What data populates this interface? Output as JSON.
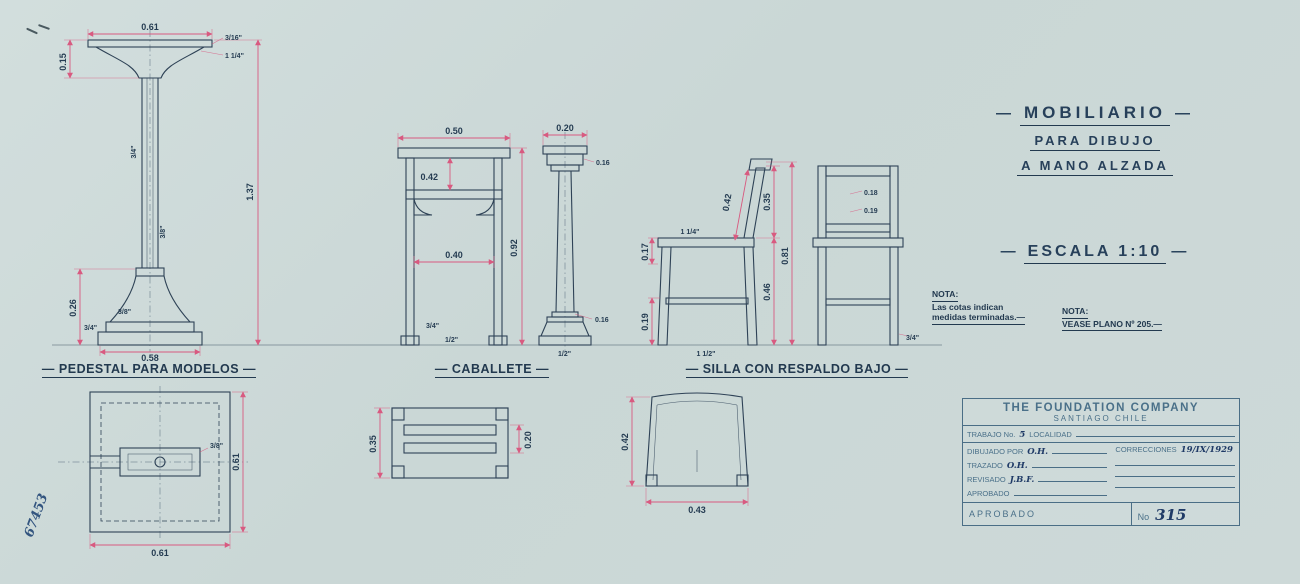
{
  "ui": {
    "dash": "—"
  },
  "title": {
    "line1": "MOBILIARIO",
    "line2": "PARA DIBUJO",
    "line3": "A MANO ALZADA",
    "scale": "ESCALA 1:10"
  },
  "notes": {
    "note1": {
      "label": "NOTA:",
      "line1": "Las cotas indican",
      "line2": "medidas terminadas.—"
    },
    "note2": {
      "label": "NOTA:",
      "line1": "VEASE PLANO Nº 205.—"
    }
  },
  "section_labels": {
    "pedestal": "— PEDESTAL PARA MODELOS —",
    "caballete": "— CABALLETE —",
    "silla": "— SILLA CON RESPALDO BAJO —"
  },
  "dims": {
    "pedestal_front": {
      "top_width": "0.61",
      "cap_height": "0.15",
      "total_height": "1.37",
      "base_height": "0.26",
      "base_width": "0.58",
      "f1": "3/16\"",
      "f2": "1 1/4\"",
      "f3": "3/4\"",
      "f4": "3/8\"",
      "f5": "3/8\"",
      "f6": "3/4\""
    },
    "caballete_front": {
      "top_width": "0.50",
      "upper_height": "0.42",
      "inner_width": "0.40",
      "total_height": "0.92",
      "f1": "3/4\"",
      "f2": "1/2\""
    },
    "caballete_side": {
      "top_width": "0.20",
      "board_thickness": "0.16",
      "shaft_width": "0.16",
      "f1": "1/2\""
    },
    "silla_side": {
      "back_slant": "0.42",
      "back_height": "0.35",
      "seat_to_floor": "0.46",
      "total_height": "0.81",
      "apron": "0.17",
      "leg": "0.19",
      "f1": "1 1/4\"",
      "f2": "1 1/2\""
    },
    "silla_front": {
      "d1": "0.18",
      "d2": "0.19",
      "f1": "3/4\""
    },
    "pedestal_top": {
      "width": "0.61",
      "depth": "0.61",
      "f1": "3/8\""
    },
    "caballete_top": {
      "depth": "0.35",
      "width": "0.20"
    },
    "silla_top": {
      "depth": "0.42",
      "width": "0.43"
    }
  },
  "title_block": {
    "company": "THE FOUNDATION COMPANY",
    "location": "SANTIAGO CHILE",
    "trabajo_label": "TRABAJO No.",
    "trabajo_value": "5",
    "localidad_label": "LOCALIDAD",
    "dibujado_label": "DIBUJADO POR",
    "dibujado_value": "O.H.",
    "correcciones_label": "CORRECCIONES",
    "correcciones_value": "19/IX/1929",
    "trazado_label": "TRAZADO",
    "trazado_value": "O.H.",
    "revisado_label": "REVISADO",
    "revisado_value": "J.B.F.",
    "aprobado_label": "APROBADO",
    "footer_aprobado_label": "APROBADO",
    "number_label": "No",
    "number_value": "315"
  },
  "annotations": {
    "archive_number": "67453"
  }
}
